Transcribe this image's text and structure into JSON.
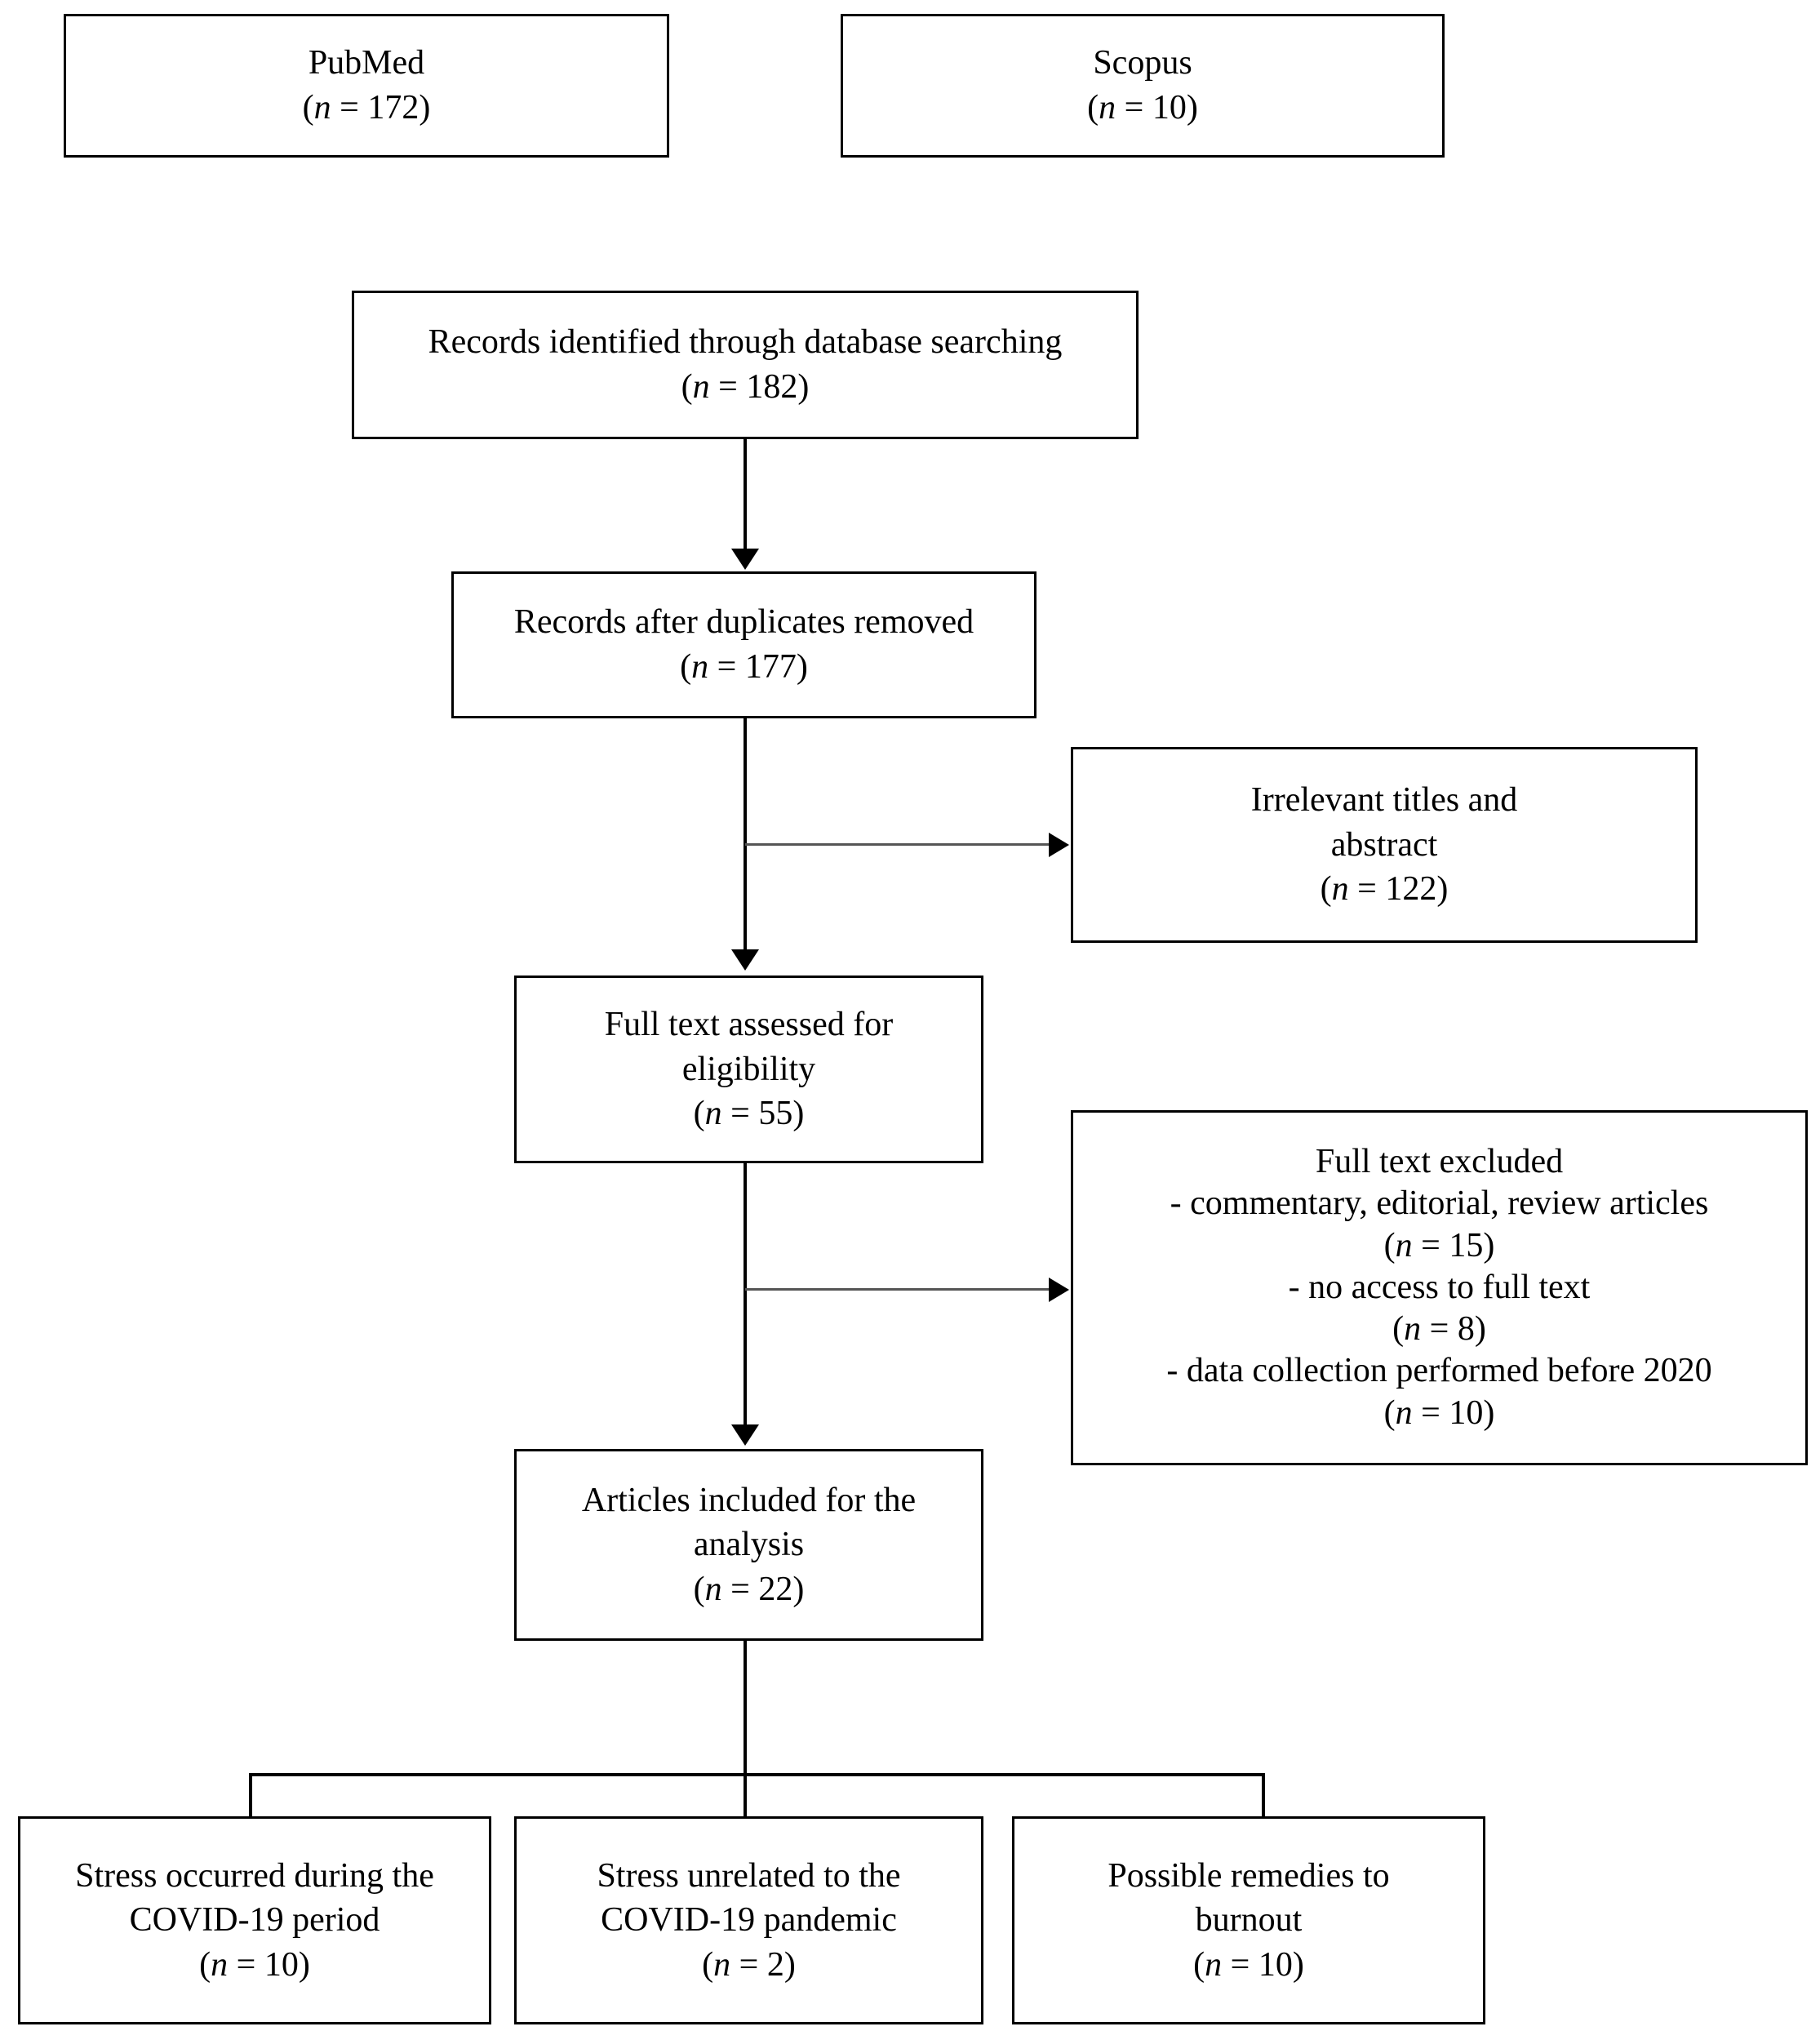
{
  "diagram": {
    "type": "prisma-flow-diagram",
    "title": "",
    "nodes": [
      {
        "id": "pubmed",
        "name": "source-pubmed",
        "lines": [
          "PubMed"
        ],
        "count_label": "(n = 172)",
        "count_prefix": "(",
        "count_symbol": "n",
        "count_eq": " = ",
        "count_value": "172",
        "count_suffix": ")"
      },
      {
        "id": "scopus",
        "name": "source-scopus",
        "lines": [
          "Scopus"
        ],
        "count_label": "(n = 10)",
        "count_prefix": "(",
        "count_symbol": "n",
        "count_eq": " = ",
        "count_value": "10",
        "count_suffix": ")"
      },
      {
        "id": "identified",
        "name": "records-identified",
        "lines": [
          "Records identified through database searching"
        ],
        "count_label": "(n = 182)",
        "count_prefix": "(",
        "count_symbol": "n",
        "count_eq": " = ",
        "count_value": "182",
        "count_suffix": ")"
      },
      {
        "id": "deduped",
        "name": "records-after-duplicates-removed",
        "lines": [
          "Records after duplicates removed"
        ],
        "count_label": "(n = 177)",
        "count_prefix": "(",
        "count_symbol": "n",
        "count_eq": " = ",
        "count_value": "177",
        "count_suffix": ")"
      },
      {
        "id": "irrelevant",
        "name": "irrelevant-titles-and-abstract",
        "lines": [
          "Irrelevant titles and",
          "abstract"
        ],
        "count_label": "(n = 122)",
        "count_prefix": "(",
        "count_symbol": "n",
        "count_eq": " = ",
        "count_value": "122",
        "count_suffix": ")"
      },
      {
        "id": "fulltext",
        "name": "full-text-assessed-for-eligibility",
        "lines": [
          "Full text assessed for",
          "eligibility"
        ],
        "count_label": "(n = 55)",
        "count_prefix": "(",
        "count_symbol": "n",
        "count_eq": " = ",
        "count_value": "55",
        "count_suffix": ")"
      },
      {
        "id": "excluded",
        "name": "full-text-excluded",
        "heading": "Full text excluded",
        "reasons": [
          {
            "text": "- commentary, editorial, review articles",
            "count_prefix": "(",
            "count_symbol": "n",
            "count_eq": " = ",
            "count_value": "15",
            "count_suffix": ")",
            "count_label": "(n = 15)"
          },
          {
            "text": "- no access to full text",
            "count_prefix": "(",
            "count_symbol": "n",
            "count_eq": " = ",
            "count_value": "8",
            "count_suffix": ")",
            "count_label": "(n = 8)"
          },
          {
            "text": "- data collection performed before 2020",
            "count_prefix": "(",
            "count_symbol": "n",
            "count_eq": " = ",
            "count_value": "10",
            "count_suffix": ")",
            "count_label": "(n = 10)"
          }
        ]
      },
      {
        "id": "included",
        "name": "articles-included-for-the-analysis",
        "lines": [
          "Articles included for the",
          "analysis"
        ],
        "count_label": "(n = 22)",
        "count_prefix": "(",
        "count_symbol": "n",
        "count_eq": " = ",
        "count_value": "22",
        "count_suffix": ")"
      },
      {
        "id": "cat1",
        "name": "category-stress-during-covid",
        "lines": [
          "Stress occurred during the",
          "COVID-19 period"
        ],
        "count_label": "(n = 10)",
        "count_prefix": "(",
        "count_symbol": "n",
        "count_eq": " = ",
        "count_value": "10",
        "count_suffix": ")"
      },
      {
        "id": "cat2",
        "name": "category-stress-unrelated-to-covid",
        "lines": [
          "Stress unrelated to the",
          "COVID-19 pandemic"
        ],
        "count_label": "(n = 2)",
        "count_prefix": "(",
        "count_symbol": "n",
        "count_eq": " = ",
        "count_value": "2",
        "count_suffix": ")"
      },
      {
        "id": "cat3",
        "name": "category-possible-remedies-to-burnout",
        "lines": [
          "Possible remedies to",
          "burnout"
        ],
        "count_label": "(n = 10)",
        "count_prefix": "(",
        "count_symbol": "n",
        "count_eq": " = ",
        "count_value": "10",
        "count_suffix": ")"
      }
    ],
    "colors": {
      "box_border": "#000000",
      "text": "#000000",
      "background": "#ffffff",
      "connector": "#000000",
      "connector_side": "#555555"
    }
  }
}
